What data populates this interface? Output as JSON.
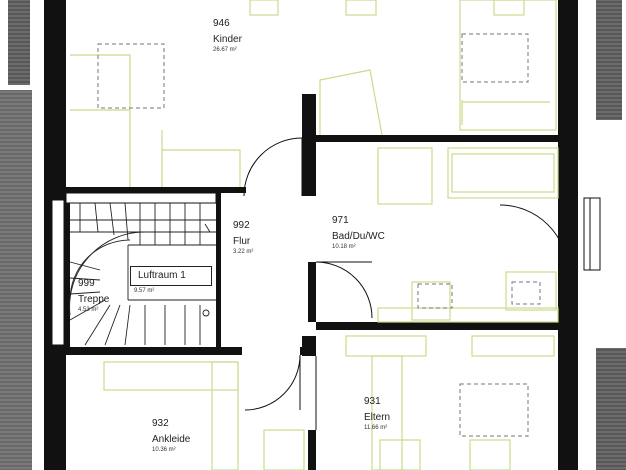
{
  "rooms": [
    {
      "id": "946",
      "name": "Kinder",
      "area": "26.67 m²"
    },
    {
      "id": "992",
      "name": "Flur",
      "area": "3.22 m²"
    },
    {
      "id": "971",
      "name": "Bad/Du/WC",
      "area": "10.18 m²"
    },
    {
      "id": "999",
      "name": "Treppe",
      "area": "4.53 m²"
    },
    {
      "id": "932",
      "name": "Ankleide",
      "area": "10.36 m²"
    },
    {
      "id": "931",
      "name": "Eltern",
      "area": "11.66 m²"
    }
  ],
  "stair_label": "Luftraum 1",
  "stair_label_area": "9.57 m²",
  "colors": {
    "wall": "#111111",
    "furniture": "#c8dc8a",
    "roof_hatch": "#555555",
    "dashed": "#777777"
  }
}
